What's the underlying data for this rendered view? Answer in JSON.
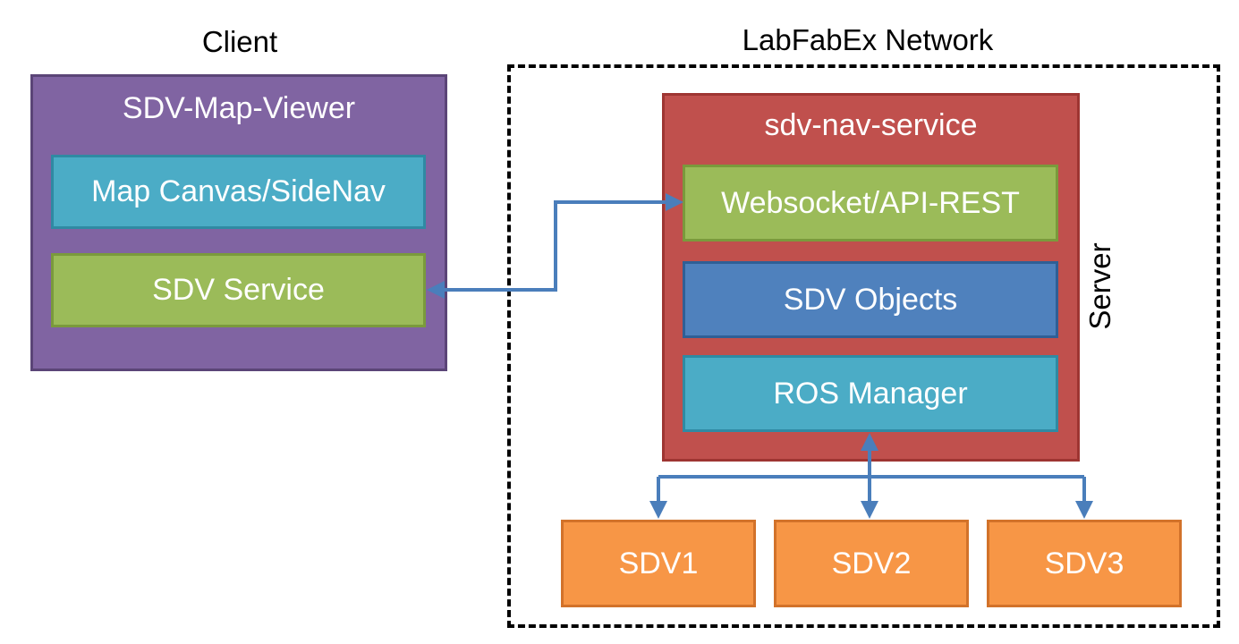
{
  "client": {
    "title": "Client",
    "app_title": "SDV-Map-Viewer",
    "components": [
      "Map Canvas/SideNav",
      "SDV Service"
    ]
  },
  "network": {
    "title": "LabFabEx Network",
    "server_label": "Server",
    "service_title": "sdv-nav-service",
    "components": [
      "Websocket/API-REST",
      "SDV Objects",
      "ROS Manager"
    ],
    "vehicles": [
      "SDV1",
      "SDV2",
      "SDV3"
    ]
  },
  "colors": {
    "client_box": "#8064a2",
    "server_box": "#c0504d",
    "green": "#9bbb59",
    "teal": "#4bacc6",
    "blue": "#4f81bd",
    "orange": "#f79646",
    "connector": "#4a7ebb"
  }
}
